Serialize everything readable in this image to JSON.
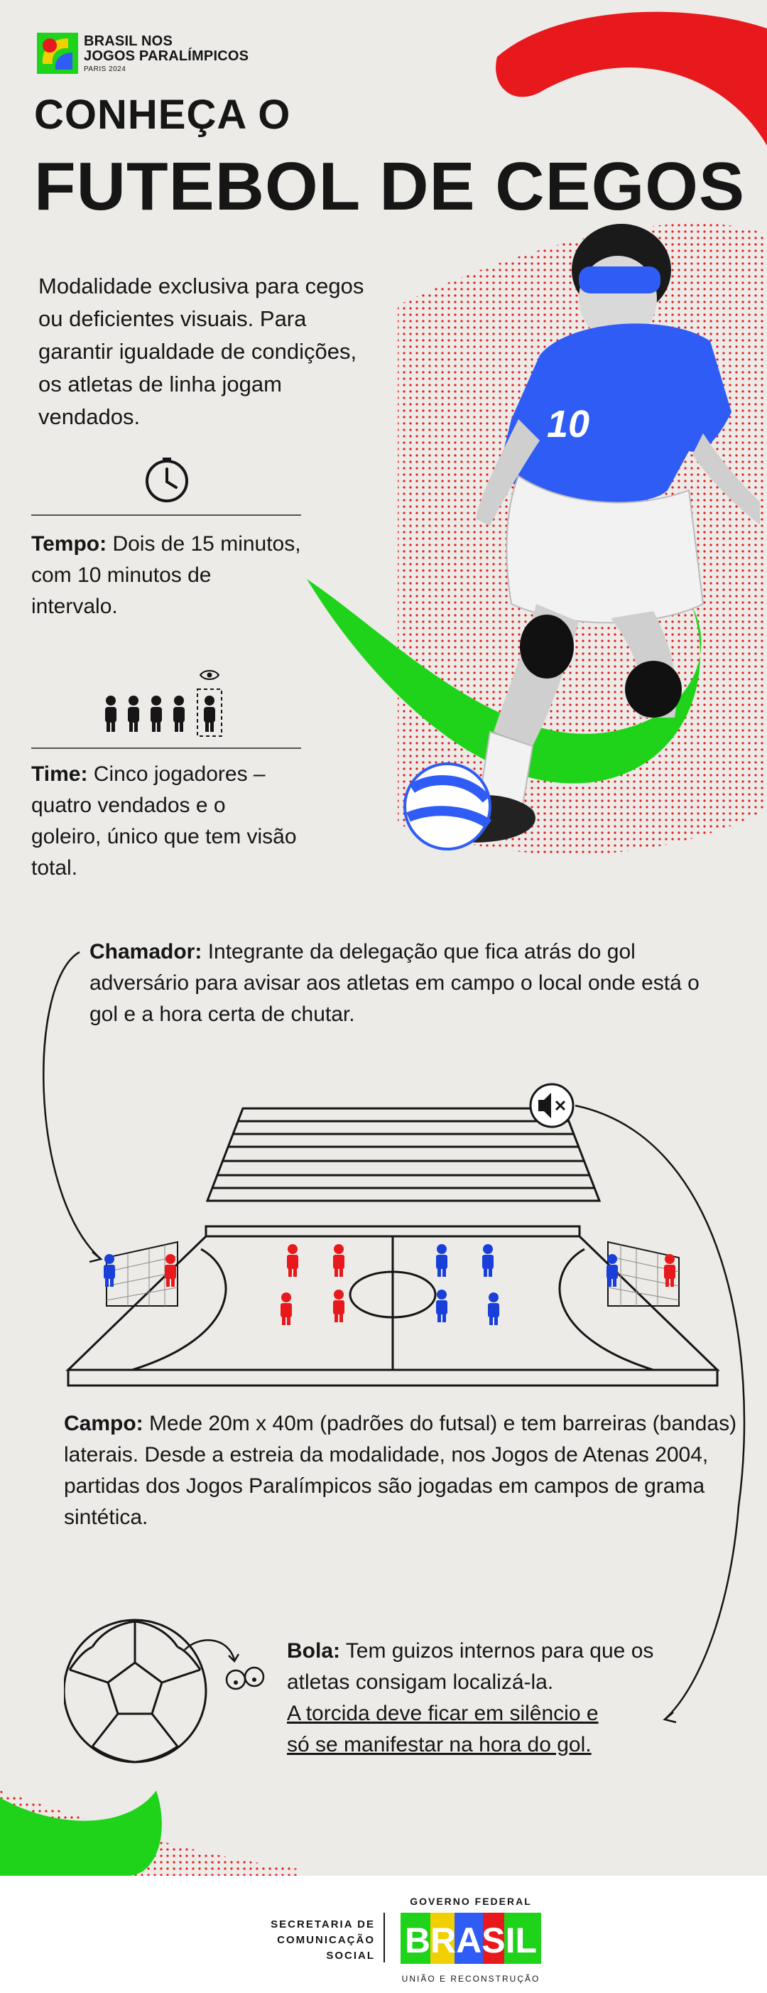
{
  "header": {
    "logo_title_1": "BRASIL NOS",
    "logo_title_2": "JOGOS PARALÍMPICOS",
    "logo_sub": "PARIS 2024",
    "title_line1": "CONHEÇA O",
    "title_line2": "FUTEBOL DE CEGOS"
  },
  "intro": "Modalidade exclusiva para cegos ou deficientes visuais. Para garantir igualdade de condições, os atletas de linha jogam vendados.",
  "jersey_number": "10",
  "tempo": {
    "label": "Tempo:",
    "text": " Dois de 15 minutos, com 10 minutos de intervalo."
  },
  "time": {
    "label": "Time:",
    "text": " Cinco jogadores – quatro vendados e o goleiro, único que tem visão total."
  },
  "chamador": {
    "label": "Chamador:",
    "text": " Integrante da delegação que fica atrás do gol adversário para avisar aos atletas em campo o local onde está o gol e a hora certa de chutar."
  },
  "campo": {
    "label": "Campo:",
    "text": " Mede 20m x 40m (padrões do futsal) e tem barreiras (bandas) laterais. Desde a estreia da modalidade, nos Jogos de Atenas 2004, partidas dos Jogos Paralímpicos são jogadas em campos de grama sintética."
  },
  "bola": {
    "label": "Bola:",
    "text": " Tem guizos internos para que os atletas consigam localizá-la.",
    "underline_1": "A torcida deve ficar em silêncio e",
    "underline_2": "só se manifestar na hora do gol."
  },
  "footer": {
    "secom_1": "SECRETARIA DE",
    "secom_2": "COMUNICAÇÃO SOCIAL",
    "gov_top": "GOVERNO FEDERAL",
    "gov_word": "BRASIL",
    "gov_bottom": "UNIÃO E RECONSTRUÇÃO"
  },
  "colors": {
    "red": "#e8191c",
    "green": "#1fd31a",
    "blue": "#2f5cf5",
    "dark": "#161616"
  },
  "icons": [
    "clock-icon",
    "eye-icon",
    "player-icon",
    "speaker-mute-icon",
    "ball-icon",
    "bell-icon"
  ]
}
